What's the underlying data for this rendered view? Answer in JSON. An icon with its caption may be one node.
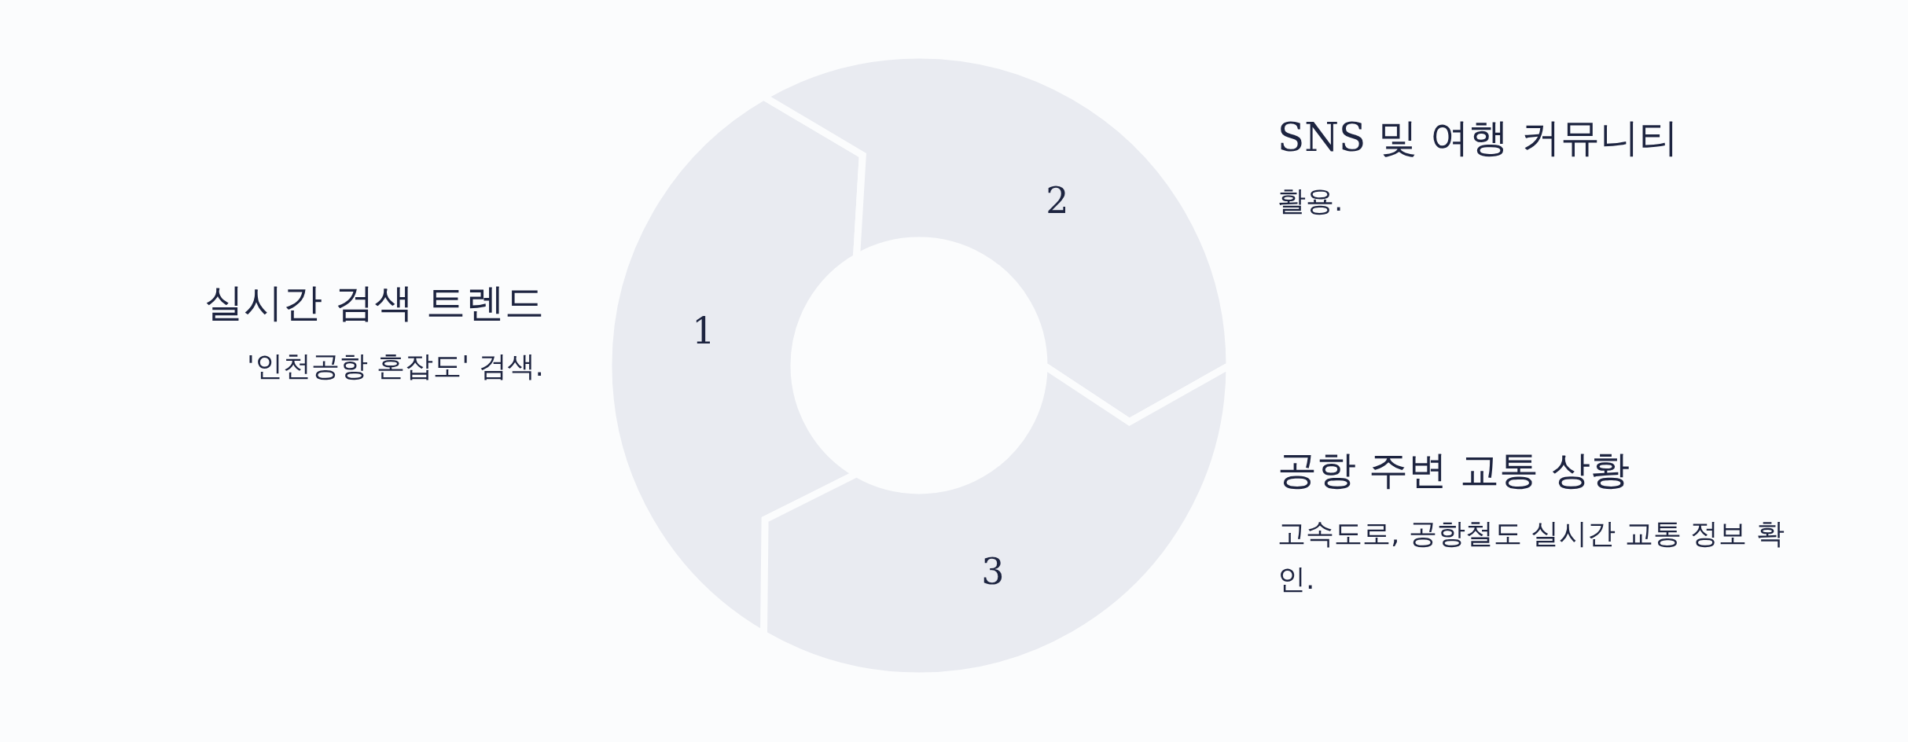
{
  "diagram": {
    "nodes": [
      {
        "text": [
          "1"
        ],
        "beside": [
          "실시간 검색 트렌드",
          "'인천공항 혼잡도' 검색."
        ]
      },
      {
        "text": [
          "2"
        ],
        "beside": [
          "SNS 및 여행 커뮤니티",
          "활용."
        ]
      },
      {
        "text": [
          "3"
        ],
        "beside": [
          "공항 주변 교통 상황",
          "고속도로, 공항철도 실시간 교통 정보 확인."
        ]
      }
    ]
  }
}
